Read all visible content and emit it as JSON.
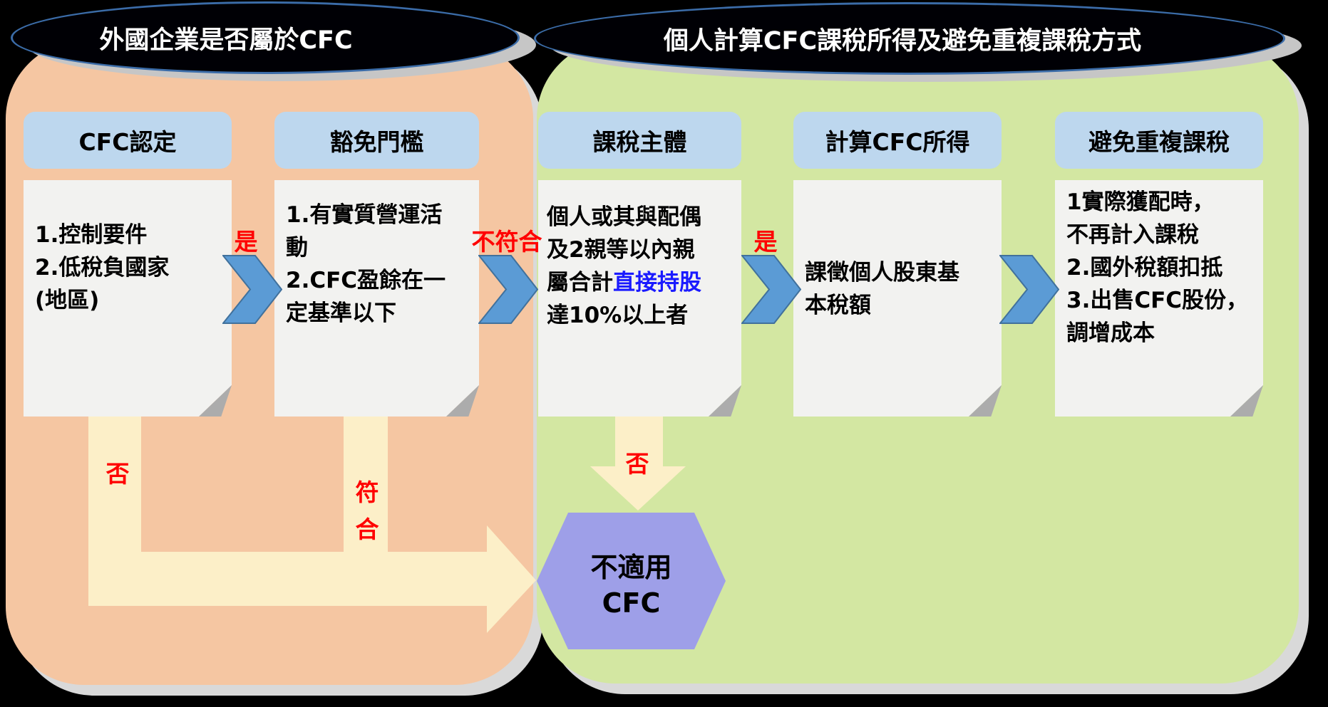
{
  "header_ellipses": {
    "left": "外國企業是否屬於CFC",
    "right": "個人計算CFC課稅所得及避免重複課稅方式"
  },
  "columns": [
    {
      "header": "CFC認定",
      "body": "1.控制要件\n2.低稅負國家\n(地區)"
    },
    {
      "header": "豁免門檻",
      "body": "1.有實質營運活\n動\n2.CFC盈餘在一\n定基準以下"
    },
    {
      "header": "課稅主體",
      "body_line1": "個人或其與配偶",
      "body_line2": "及2親等以內親",
      "body_line3_prefix": "屬合計",
      "body_line3_highlight": "直接持股",
      "body_line4": "達10%以上者"
    },
    {
      "header": "計算CFC所得",
      "body": "課徵個人股東基\n本稅額"
    },
    {
      "header": "避免重複課稅",
      "body": "1實際獲配時，\n不再計入課稅\n2.國外稅額扣抵\n3.出售CFC股份，\n調增成本"
    }
  ],
  "branch_labels": {
    "yes_1": "是",
    "not_meet": "不符合",
    "yes_2": "是",
    "no_left": "否",
    "meet": "符合",
    "no_center": "否"
  },
  "result_hexagon": {
    "line1": "不適用",
    "line2": "CFC"
  },
  "colors": {
    "panel_left_orange": "#F5C6A2",
    "panel_right_green": "#D3E7A2",
    "arrow_cream": "#FCEFC8",
    "chevron_blue": "#5B9BD5",
    "chevron_border": "#41719C",
    "header_fill": "#BDD7EE",
    "box_fill": "#F2F2F0",
    "hexagon_purple": "#9E9FE8",
    "label_red": "#FF0000",
    "highlight_blue": "#1A1AFF",
    "ellipse_stroke": "#3B6CA8",
    "shadow_gray": "#D9D9D9"
  }
}
